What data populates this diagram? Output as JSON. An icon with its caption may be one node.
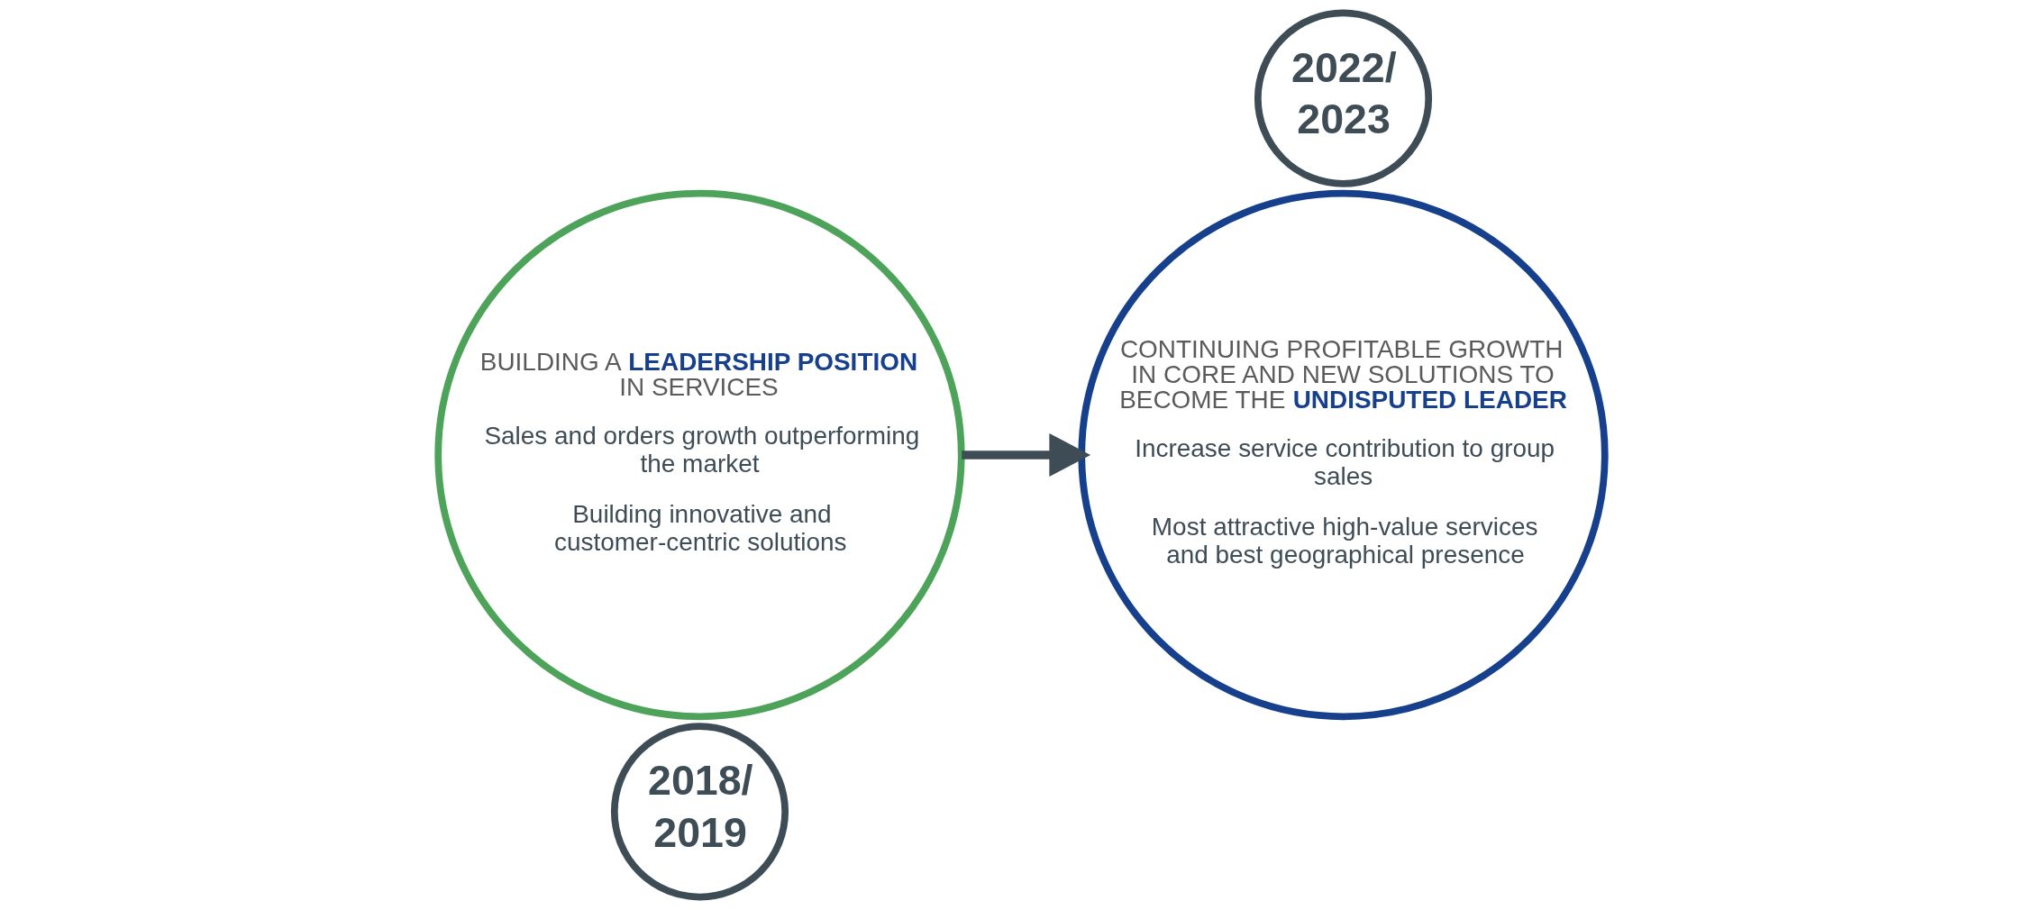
{
  "diagram": {
    "nodes": [
      {
        "text": [
          "2018/ 2019"
        ]
      },
      {
        "text": [
          "BUILDING A **LEADERSHIP POSITION** IN SERVICES",
          "Sales and orders growth outperforming the market",
          "Building innovative and customer-centric solutions"
        ]
      },
      {
        "text": [
          "2022/ 2023"
        ]
      },
      {
        "text": [
          "CONTINUING PROFITABLE GROWTH IN CORE AND NEW SOLUTIONS TO BECOME THE **UNDISPUTED LEADER**",
          "Increase service contribution to group sales",
          "Most attractive high-value services and best geographical presence"
        ]
      }
    ],
    "edges": [
      {
        "from": 1,
        "to": 3,
        "arrow": "to"
      }
    ]
  }
}
